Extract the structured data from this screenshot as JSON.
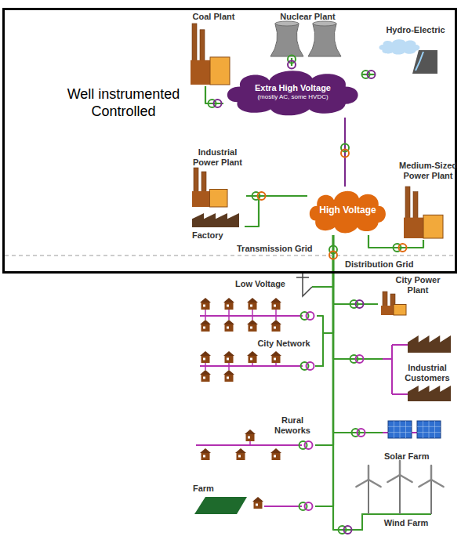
{
  "diagram": {
    "nodes": [
      {
        "text": [
          "Well instrumented Controlled"
        ]
      },
      {
        "text": [
          "Coal Plant"
        ],
        "in": 0
      },
      {
        "text": [
          "Nuclear Plant"
        ],
        "in": 0
      },
      {
        "text": [
          "Hydro-Electric"
        ],
        "in": 0
      },
      {
        "text": [
          "Extra High Voltage",
          "(mostly AC, some HVDC)"
        ],
        "in": 0
      },
      {
        "text": [
          "Industrial Power Plant"
        ],
        "in": 0
      },
      {
        "text": [
          "Factory"
        ],
        "in": 0
      },
      {
        "text": [
          "High Voltage"
        ],
        "in": 0
      },
      {
        "text": [
          "Medium-Sized Power Plant"
        ],
        "in": 0
      },
      {
        "text": [
          "Low Voltage"
        ]
      },
      {
        "text": [
          "City Power Plant"
        ]
      },
      {
        "text": [
          "City Network"
        ]
      },
      {
        "text": [
          "Industrial Customers"
        ]
      },
      {
        "text": [
          "Rural Neworks"
        ]
      },
      {
        "text": [
          "Solar Farm"
        ]
      },
      {
        "text": [
          "Farm"
        ]
      },
      {
        "text": [
          "Wind Farm"
        ]
      }
    ],
    "edges": [
      {
        "from": 1,
        "to": 4,
        "arrow": "none"
      },
      {
        "from": 2,
        "to": 4,
        "arrow": "none"
      },
      {
        "from": 3,
        "to": 4,
        "arrow": "none"
      },
      {
        "from": 4,
        "to": 7,
        "arrow": "none"
      },
      {
        "from": 5,
        "to": 7,
        "arrow": "none"
      },
      {
        "from": 6,
        "to": 7,
        "arrow": "none"
      },
      {
        "from": 8,
        "to": 7,
        "arrow": "none"
      },
      {
        "from": 7,
        "to": 9,
        "arrow": "none"
      },
      {
        "from": 7,
        "to": 10,
        "arrow": "none"
      },
      {
        "from": 7,
        "to": 11,
        "arrow": "none"
      },
      {
        "from": 7,
        "to": 12,
        "arrow": "none"
      },
      {
        "from": 7,
        "to": 13,
        "arrow": "none"
      },
      {
        "from": 7,
        "to": 14,
        "arrow": "none"
      },
      {
        "from": 7,
        "to": 15,
        "arrow": "none"
      },
      {
        "from": 7,
        "to": 16,
        "arrow": "none"
      }
    ],
    "labels": [
      "Transmission Grid",
      "Distribution Grid"
    ]
  }
}
